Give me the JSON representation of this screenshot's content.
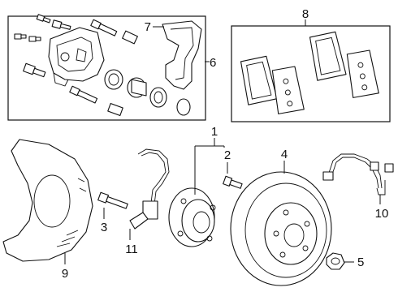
{
  "diagram": {
    "callouts": [
      {
        "id": "1",
        "label": "1"
      },
      {
        "id": "2",
        "label": "2"
      },
      {
        "id": "3",
        "label": "3"
      },
      {
        "id": "4",
        "label": "4"
      },
      {
        "id": "5",
        "label": "5"
      },
      {
        "id": "6",
        "label": "6"
      },
      {
        "id": "7",
        "label": "7"
      },
      {
        "id": "8",
        "label": "8"
      },
      {
        "id": "9",
        "label": "9"
      },
      {
        "id": "10",
        "label": "10"
      },
      {
        "id": "11",
        "label": "11"
      }
    ],
    "colors": {
      "line": "#111111",
      "background": "#ffffff",
      "fill": "#ffffff"
    }
  }
}
